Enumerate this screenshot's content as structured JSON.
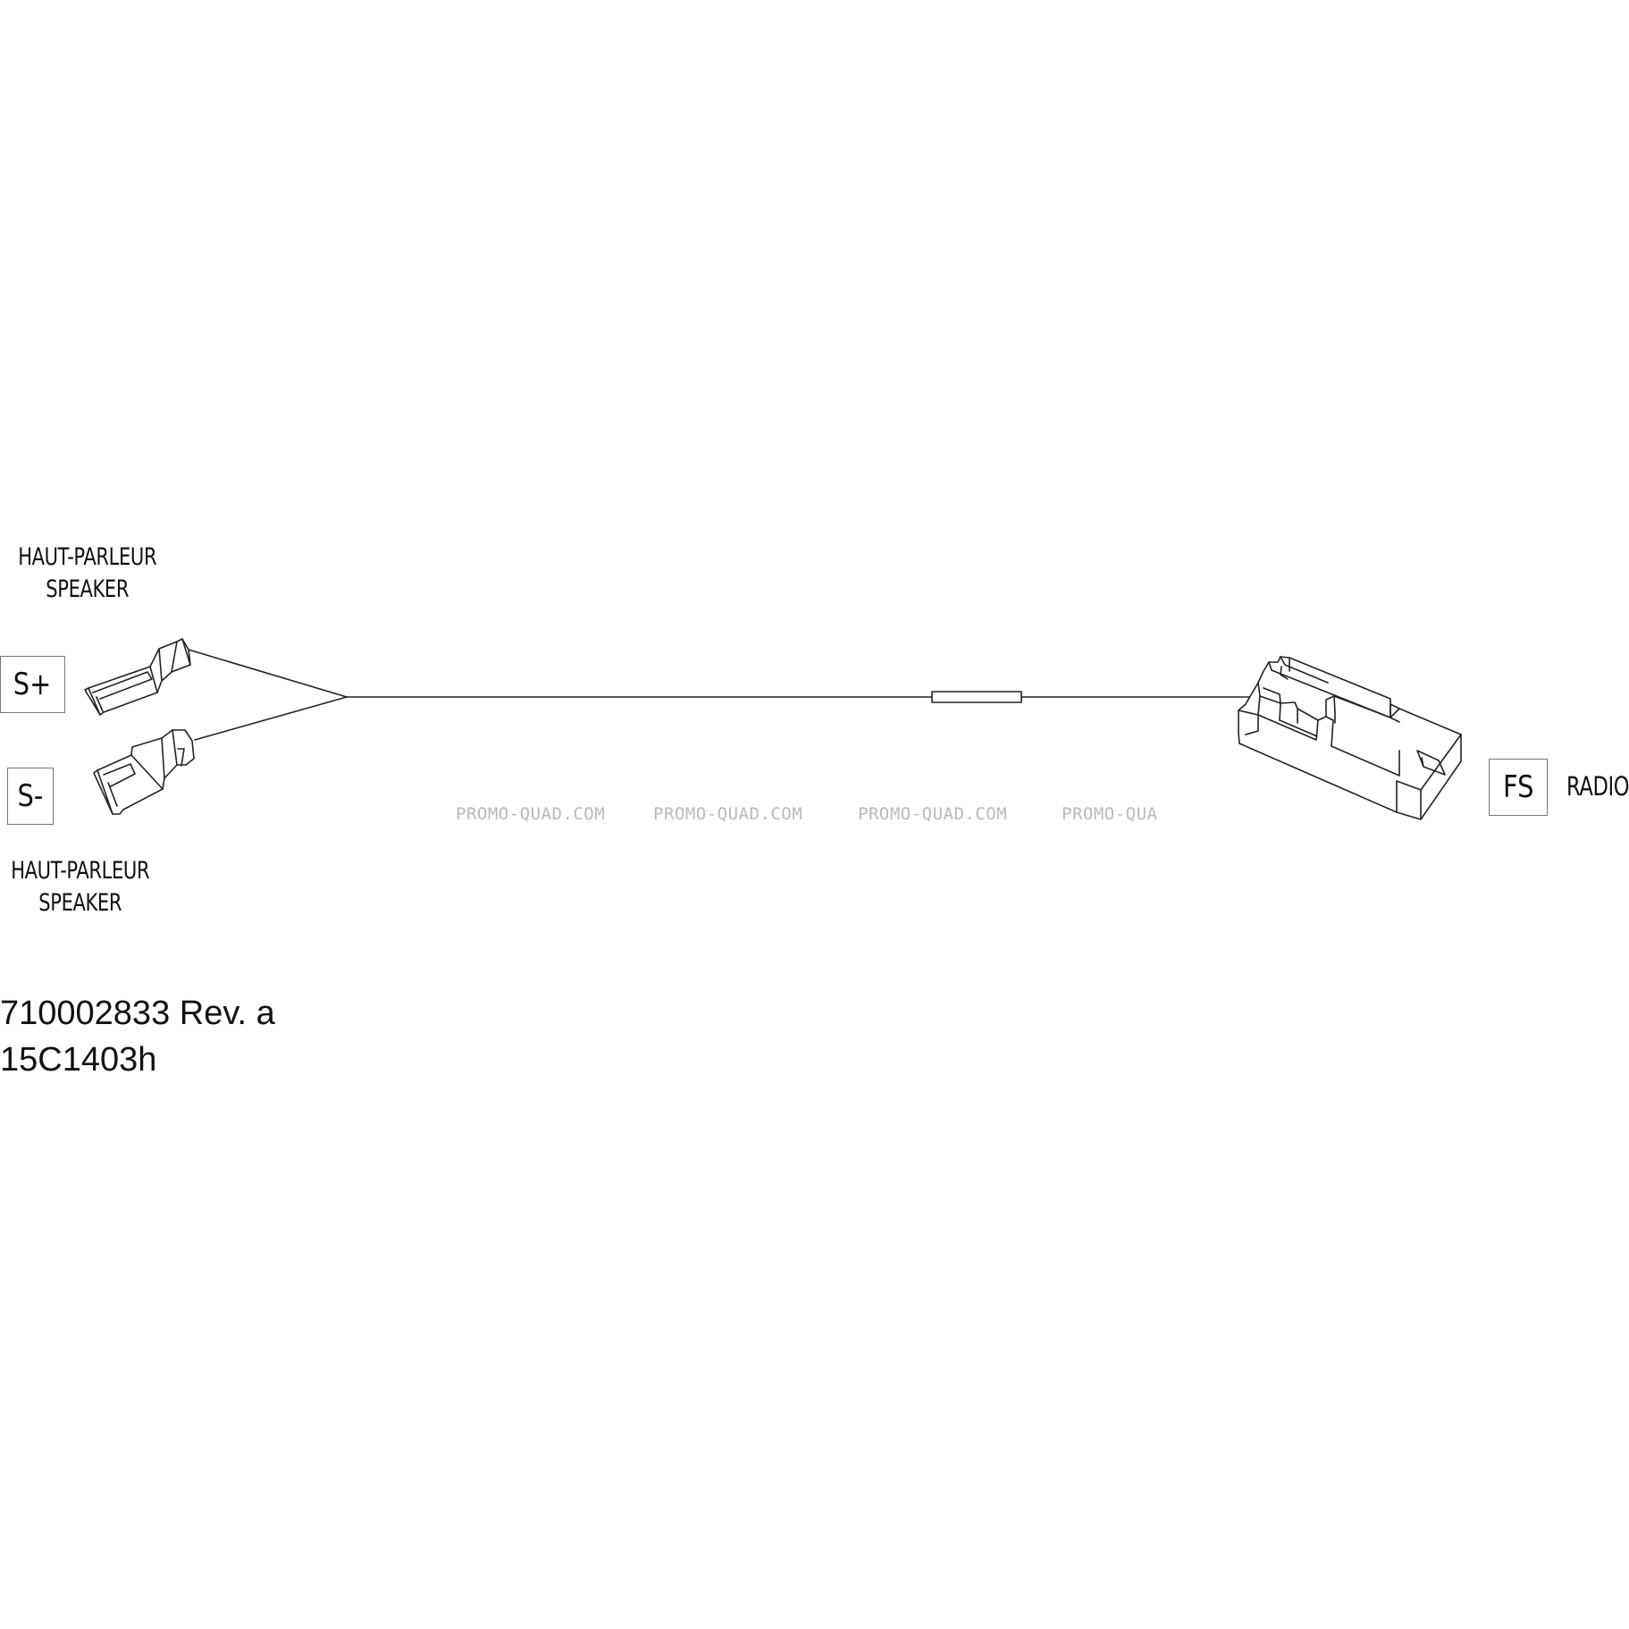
{
  "labels": {
    "top_left": {
      "fr": "HAUT-PARLEUR",
      "en": "SPEAKER"
    },
    "bottom_left": {
      "fr": "HAUT-PARLEUR",
      "en": "SPEAKER"
    },
    "radio": "RADIO"
  },
  "callouts": {
    "s_plus": "S+",
    "s_minus": "S-",
    "fs": "FS"
  },
  "part": {
    "number": "710002833 Rev. a",
    "drawing_code": "15C1403h"
  },
  "watermarks": [
    "PROMO-QUAD.COM",
    "PROMO-QUAD.COM",
    "PROMO-QUAD.COM",
    "PROMO-QUA"
  ],
  "colors": {
    "line": "#222222",
    "callout_border": "#777777",
    "watermark": "#b9b9b9"
  }
}
